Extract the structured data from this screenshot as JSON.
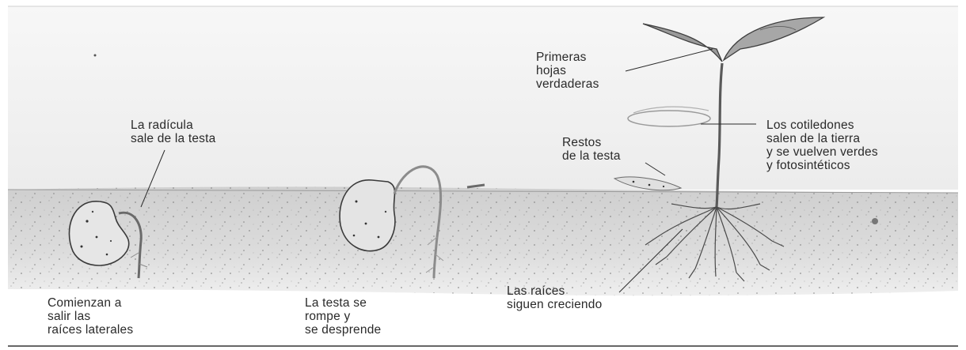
{
  "labels": {
    "radicle": "La radícula\nsale de la testa",
    "lateral_roots": "Comienzan a\nsalir las\nraíces laterales",
    "testa_breaks": "La testa se\nrompe y\nse desprende",
    "testa_remains": "Restos\nde la testa",
    "first_leaves": "Primeras\nhojas\nverdaderas",
    "cotyledons": "Los cotiledones\nsalen de la tierra\ny se vuelven verdes\ny fotosintéticos",
    "roots_grow": "Las raíces\nsiguen creciendo"
  },
  "colors": {
    "soil": "#d3d3d3",
    "sky": "#f2f2f2",
    "ink": "#2a2a2a",
    "leaf": "#8f8f8f"
  }
}
